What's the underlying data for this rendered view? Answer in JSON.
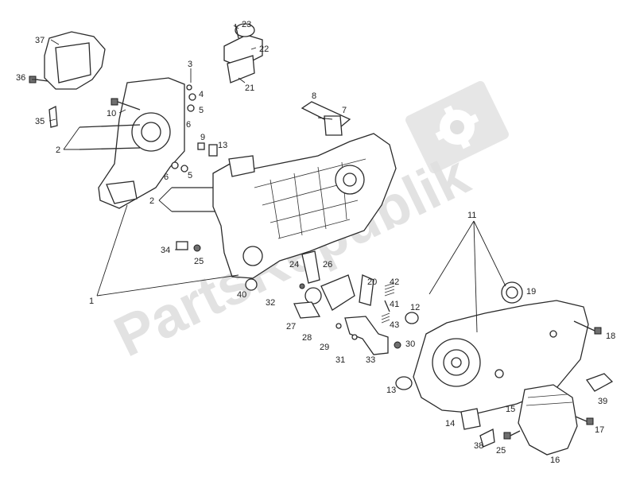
{
  "watermark": {
    "text": "PartsRepublik"
  },
  "callouts": [
    "37",
    "23",
    "22",
    "21",
    "3",
    "4",
    "5",
    "6",
    "36",
    "35",
    "10",
    "2",
    "9",
    "13",
    "7",
    "8",
    "6",
    "5",
    "2",
    "11",
    "34",
    "25",
    "24",
    "26",
    "1",
    "40",
    "32",
    "20",
    "42",
    "41",
    "43",
    "19",
    "12",
    "18",
    "27",
    "28",
    "29",
    "31",
    "33",
    "30",
    "13",
    "39",
    "15",
    "17",
    "14",
    "38",
    "25",
    "16"
  ],
  "colors": {
    "line": "#2a2a2a",
    "watermark": "#d9d9d9"
  }
}
